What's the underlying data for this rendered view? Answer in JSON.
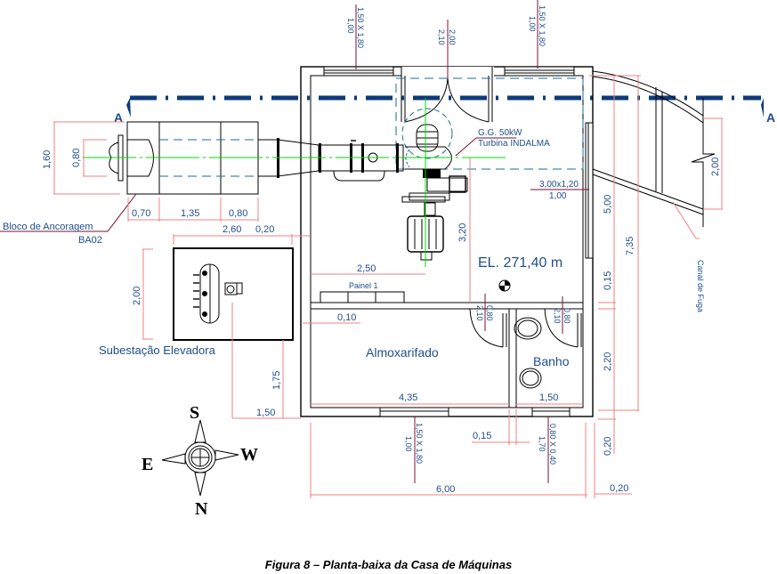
{
  "caption": "Figura 8 – Planta-baixa da Casa de Máquinas",
  "section_marker": "A",
  "rooms": {
    "elevation": "EL. 271,40 m",
    "storage": "Almoxarifado",
    "bathroom": "Banho",
    "panel": "Painel 1",
    "substation": "Subestação Elevadora"
  },
  "equipment": {
    "generator_line1": "G.G. 50kW",
    "generator_line2": "Turbina INDALMA",
    "anchor_block_line1": "Bloco de Ancoragem",
    "anchor_block_line2": "BA02",
    "tailrace": "Canal de Fuga"
  },
  "openings": {
    "top_window_left": [
      "1,50 X 1,80",
      "1,00"
    ],
    "top_door": [
      "2,00",
      "2,10"
    ],
    "top_window_right": [
      "1,50 X 1,80",
      "1,00"
    ],
    "side_window": [
      "3,00x1,20",
      "1,00"
    ],
    "door_storage": [
      "0,80",
      "2,10"
    ],
    "door_bath": [
      "0,80",
      "2,10"
    ],
    "bottom_window_left": [
      "1,50 X 1,80",
      "1,00"
    ],
    "bottom_window_right": [
      "0,80 X 0,40",
      "1,70"
    ]
  },
  "dimensions": {
    "anchor_height": "1,60",
    "pipe_dia": "0,80",
    "seg1": "0,70",
    "seg2": "1,35",
    "seg3": "0,80",
    "sub_width": "2,60",
    "sub_gap": "0,20",
    "sub_height": "2,00",
    "sub_offset_v": "1,75",
    "sub_offset_h": "1,50",
    "machine_offset": "2,50",
    "axis_offset": "3,20",
    "wall_gap": "0,10",
    "storage_width": "4,35",
    "bath_width": "1,50",
    "partition": "0,15",
    "total_width": "6,00",
    "right_wall": "0,20",
    "main_length": "5,00",
    "total_length": "7,35",
    "wall_015": "0,15",
    "bath_length": "2,20",
    "bottom_wall": "0,20",
    "tailrace_width": "2,00"
  },
  "compass": {
    "s": "S",
    "n": "N",
    "e": "E",
    "w": "W"
  }
}
